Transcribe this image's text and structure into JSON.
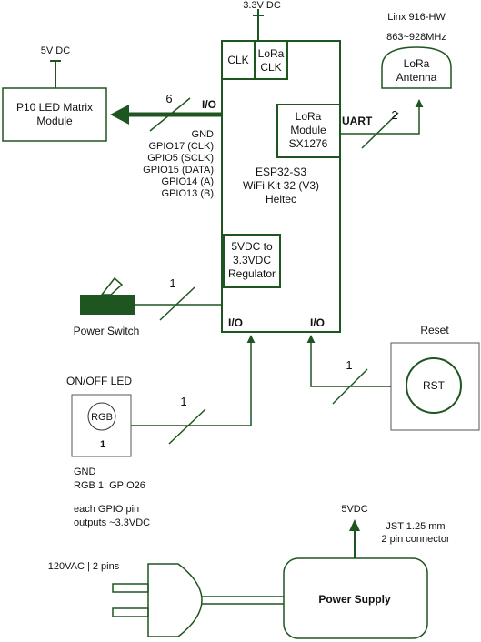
{
  "esp32": {
    "line1": "ESP32-S3",
    "line2": "WiFi Kit 32 (V3)",
    "line3": "Heltec",
    "clk": "CLK",
    "lora_clk_1": "LoRa",
    "lora_clk_2": "CLK",
    "io_top": "I/O",
    "io_bottom_left": "I/O",
    "io_bottom_right": "I/O",
    "uart": "UART"
  },
  "power_in": {
    "label": "3.3V DC"
  },
  "lora_module": {
    "line1": "LoRa",
    "line2": "Module",
    "line3": "SX1276"
  },
  "regulator": {
    "line1": "5VDC to",
    "line2": "3.3VDC",
    "line3": "Regulator"
  },
  "antenna": {
    "part": "Linx 916-HW",
    "freq": "863~928MHz",
    "line1": "LoRa",
    "line2": "Antenna",
    "bus_count": "2"
  },
  "led_matrix": {
    "power": "5V DC",
    "line1": "P10 LED Matrix",
    "line2": "Module",
    "bus_count": "6",
    "pins": [
      "GND",
      "GPIO17 (CLK)",
      "GPIO5 (SCLK)",
      "GPIO15 (DATA)",
      "GPIO14 (A)",
      "GPIO13 (B)"
    ]
  },
  "power_switch": {
    "label": "Power Switch",
    "bus_count": "1"
  },
  "reset": {
    "label": "Reset",
    "button": "RST",
    "bus_count": "1"
  },
  "led": {
    "title": "ON/OFF LED",
    "circle": "RGB",
    "number": "1",
    "bus_count": "1",
    "note1": "GND",
    "note2": "RGB 1: GPIO26",
    "note3": "each GPIO pin",
    "note4": "outputs ~3.3VDC"
  },
  "power_supply": {
    "label": "Power Supply",
    "output": "5VDC",
    "connector1": "JST 1.25 mm",
    "connector2": "2 pin connector"
  },
  "plug": {
    "label": "120VAC | 2 pins"
  }
}
